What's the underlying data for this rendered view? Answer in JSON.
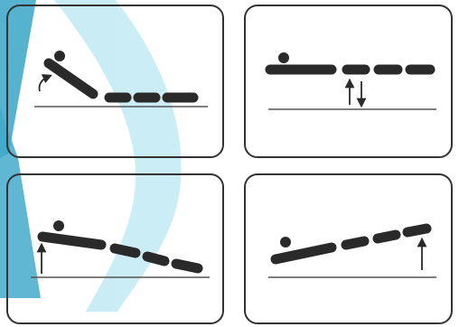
{
  "colors": {
    "background": "#ffffff",
    "panel_border": "#333333",
    "figure": "#2a2a2a",
    "ground_line": "#555555",
    "watermark_dark": "#3aa6c9",
    "watermark_light": "#c8ecf5"
  },
  "panels": [
    {
      "id": "head-up",
      "icon": "bed-head-section-raised-icon",
      "indicator": "curved-up-arrow-icon"
    },
    {
      "id": "height-adjust",
      "icon": "bed-flat-height-icon",
      "indicator": "up-down-arrows-icon"
    },
    {
      "id": "trendelenburg",
      "icon": "bed-head-raised-tilt-icon",
      "indicator": "up-arrow-icon"
    },
    {
      "id": "reverse-trendelenburg",
      "icon": "bed-foot-raised-tilt-icon",
      "indicator": "up-arrow-icon"
    }
  ],
  "watermark": {
    "icon": "brand-swoosh-watermark-icon"
  }
}
